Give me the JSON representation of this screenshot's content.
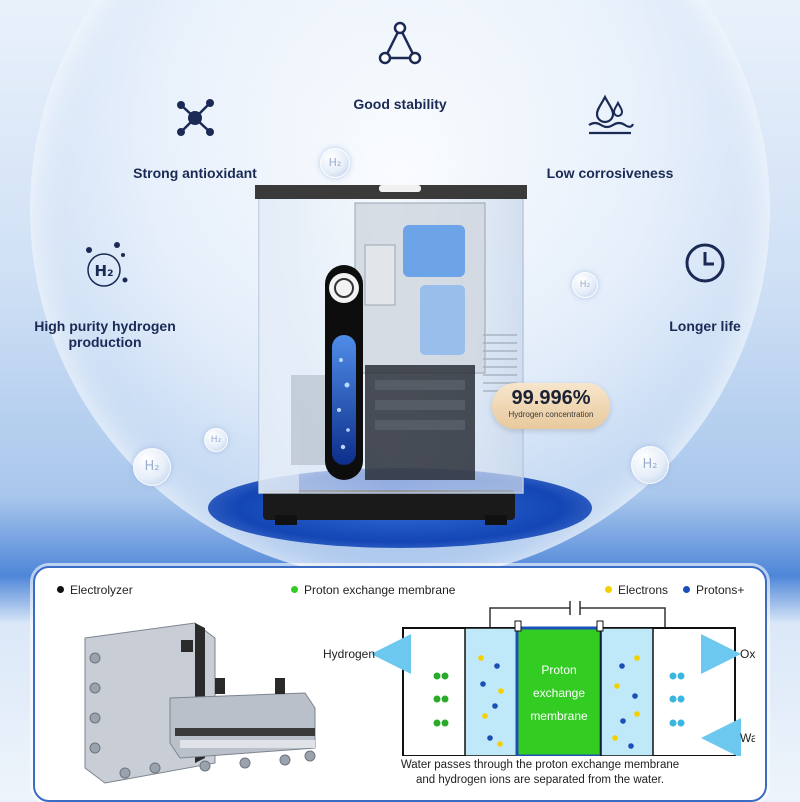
{
  "features": {
    "good_stability": "Good stability",
    "strong_antioxidant": "Strong antioxidant",
    "low_corrosiveness": "Low corrosiveness",
    "high_purity_line1": "High purity hydrogen",
    "high_purity_line2": "production",
    "longer_life": "Longer life"
  },
  "badge": {
    "value": "99.996%",
    "label": "Hydrogen concentration"
  },
  "h2_symbol": "H₂",
  "legend": {
    "electrolyzer": "Electrolyzer",
    "membrane": "Proton exchange membrane",
    "electrons": "Electrons",
    "protons": "Protons+"
  },
  "diagram": {
    "hydrogen": "Hydrogen",
    "oxygen": "Oxygen",
    "water": "Water",
    "membrane_line1": "Proton",
    "membrane_line2": "exchange",
    "membrane_line3": "membrane"
  },
  "caption": {
    "line1": "Water passes through the proton exchange membrane",
    "line2": "and hydrogen ions are separated from the water."
  },
  "colors": {
    "navy": "#1a2a55",
    "accent_blue": "#1446b5",
    "membrane_green": "#33cc22",
    "electron_yellow": "#f5d000",
    "proton_blue": "#1a4fb8",
    "water_cyan": "#bfe8f8",
    "arrow_cyan": "#6cc8ef",
    "badge_gold": "#e8c99d"
  }
}
